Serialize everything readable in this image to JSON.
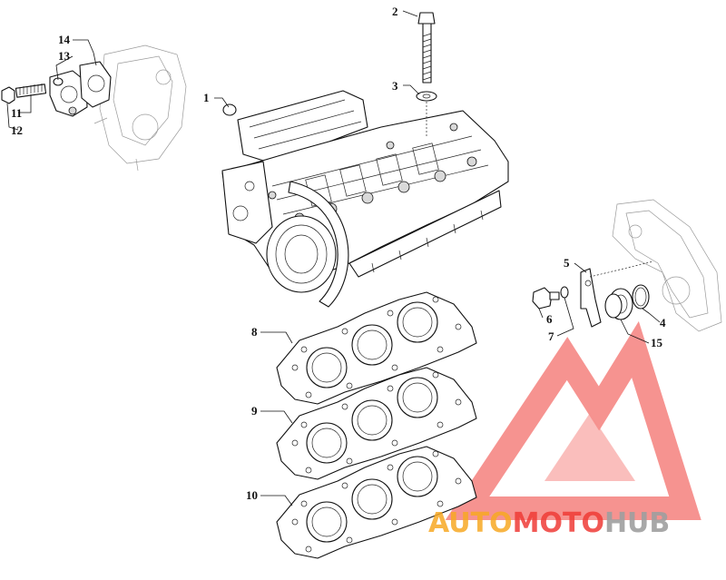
{
  "callouts": {
    "c1": "1",
    "c2": "2",
    "c3": "3",
    "c4": "4",
    "c5": "5",
    "c6": "6",
    "c7": "7",
    "c8": "8",
    "c9": "9",
    "c10": "10",
    "c11": "11",
    "c12": "12",
    "c13": "13",
    "c14": "14",
    "c15": "15"
  },
  "watermark": {
    "part1": "AUTO",
    "part2": "MOTO",
    "part3": "HUB",
    "color_red": "#ef3b36",
    "color_orange": "#f7a823",
    "color_gray": "#9e9e9e"
  },
  "icons": [
    "cylinder-head-icon",
    "head-gasket-icon",
    "bolt-icon",
    "washer-icon",
    "o-ring-icon",
    "logo-triangle-icon"
  ]
}
